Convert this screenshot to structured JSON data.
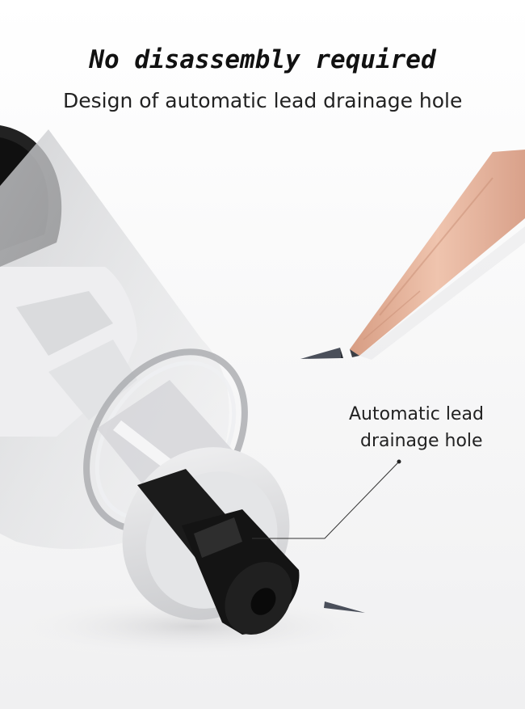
{
  "headline": "No disassembly required",
  "subheadline": "Design of automatic lead drainage hole",
  "callout": {
    "line1": "Automatic lead",
    "line2": "drainage hole"
  },
  "colors": {
    "background": "#f7f7f7",
    "pencil_wood": "#e3b39a",
    "lead": "#4a4f5a",
    "shell": "#d9dadc",
    "black_part": "#151515"
  }
}
